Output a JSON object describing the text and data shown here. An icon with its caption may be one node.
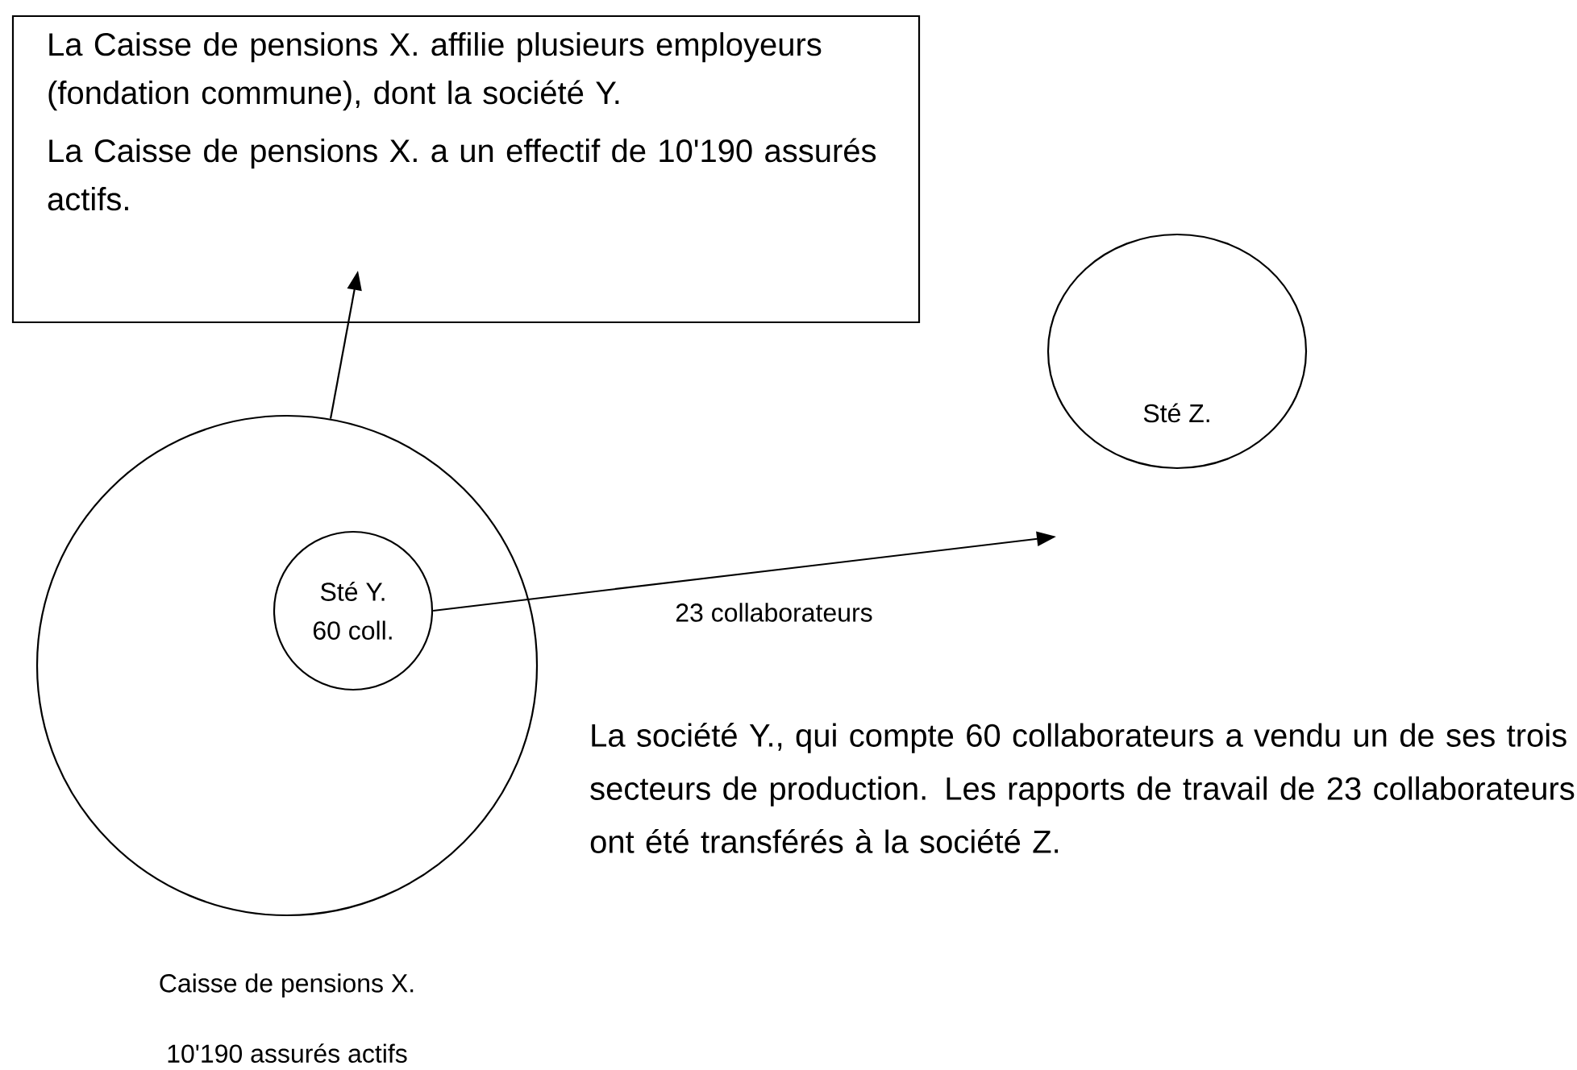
{
  "diagram": {
    "nodes": [
      {
        "text": [
          "La Caisse de pensions X. affilie plusieurs employeurs (fondation commune), dont la société Y.",
          "La Caisse de pensions X. a un effectif de 10'190 assurés actifs."
        ]
      },
      {
        "text": [],
        "shape": "circle",
        "beside": [
          "Caisse de pensions X.",
          "10'190 assurés actifs"
        ]
      },
      {
        "text": [
          "Sté Y.",
          "60 coll."
        ],
        "in": 1
      },
      {
        "text": [
          "Sté Z."
        ]
      }
    ],
    "edges": [
      {
        "from": 1,
        "to": 0,
        "arrow": "to"
      },
      {
        "from": 2,
        "to": 3,
        "arrow": "to",
        "label": "23 collaborateurs"
      }
    ],
    "labels": [
      "La société Y., qui compte 60 collaborateurs a vendu un de ses trois secteurs de production. Les rapports de travail de 23 collaborateurs ont été transférés à la société Z."
    ]
  }
}
